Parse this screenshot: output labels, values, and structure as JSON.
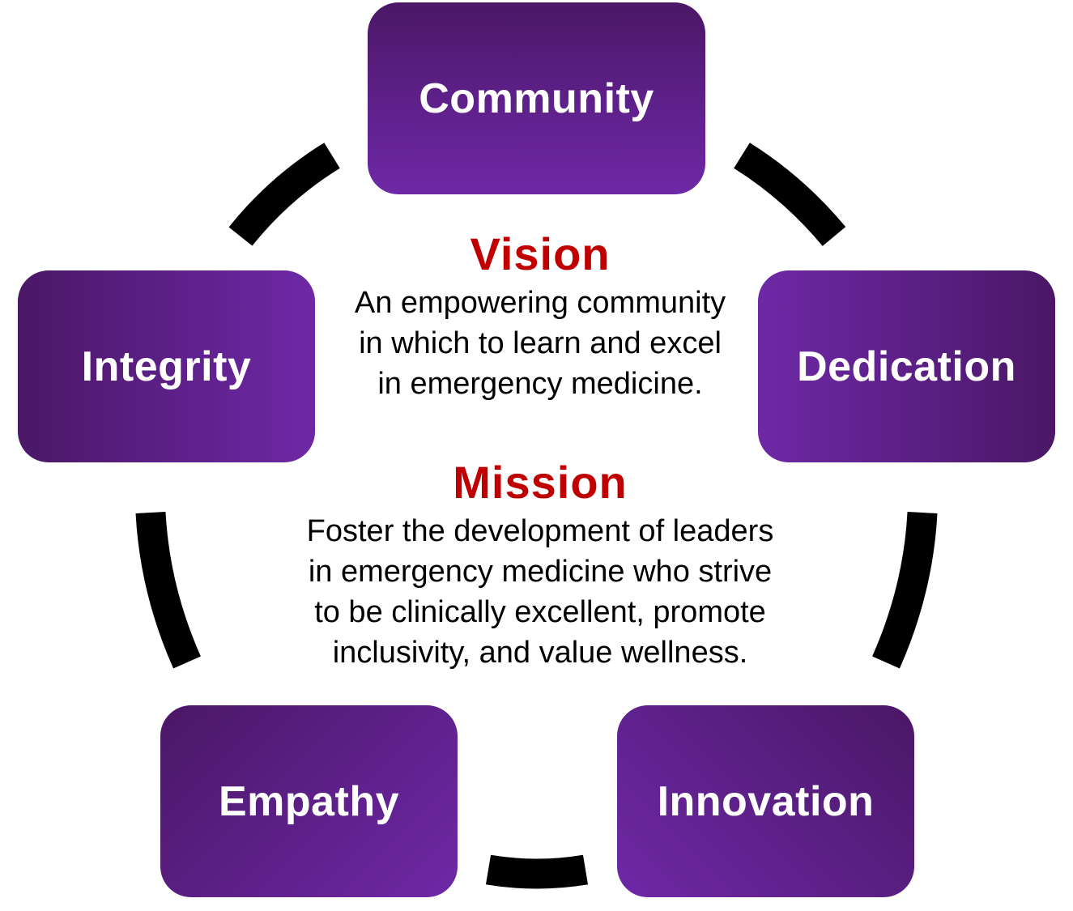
{
  "values": {
    "community": "Community",
    "integrity": "Integrity",
    "dedication": "Dedication",
    "empathy": "Empathy",
    "innovation": "Innovation"
  },
  "vision": {
    "heading": "Vision",
    "lines": [
      "An empowering community",
      "in which to learn and excel",
      "in emergency medicine."
    ]
  },
  "mission": {
    "heading": "Mission",
    "lines": [
      "Foster the development of leaders",
      "in emergency medicine who strive",
      "to be clinically excellent, promote",
      "inclusivity, and value wellness."
    ]
  },
  "colors": {
    "box_dark": "#4b1766",
    "box_light": "#6e28a6",
    "heading": "#c00000",
    "connector": "#000000",
    "box_text": "#ffffff"
  }
}
